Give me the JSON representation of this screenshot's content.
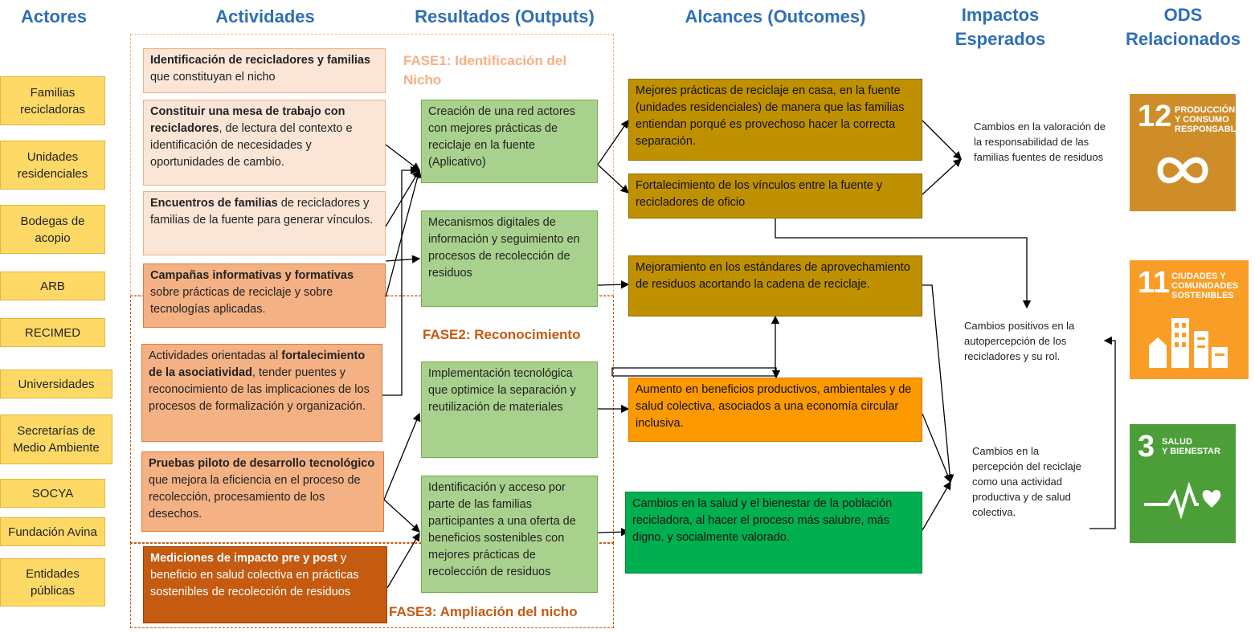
{
  "headers": {
    "actores": "Actores",
    "actividades": "Actividades",
    "resultados": "Resultados (Outputs)",
    "alcances": "Alcances (Outcomes)",
    "impactos": "Impactos Esperados",
    "ods": "ODS Relacionados"
  },
  "actors": [
    "Familias recicladoras",
    "Unidades residenciales",
    "Bodegas de acopio",
    "ARB",
    "RECIMED",
    "Universidades",
    "Secretarías de Medio Ambiente",
    "SOCYA",
    "Fundación Avina",
    "Entidades públicas"
  ],
  "activities": [
    {
      "bold": "Identificación de recicladores y familias",
      "rest": " que constituyan el nicho"
    },
    {
      "bold": "Constituir una mesa de trabajo con recicladores",
      "rest": ", de lectura del contexto e identificación de necesidades y oportunidades de cambio."
    },
    {
      "bold": "Encuentros de familias",
      "rest": " de recicladores y familias de la fuente para generar vínculos."
    },
    {
      "bold": "Campañas informativas y formativas",
      "rest": " sobre prácticas de reciclaje y sobre tecnologías aplicadas."
    },
    {
      "pre": "Actividades orientadas al ",
      "bold": "fortalecimiento de la asociatividad",
      "rest": ", tender puentes y reconocimiento de las implicaciones de los procesos de formalización y organización."
    },
    {
      "bold": "Pruebas piloto de desarrollo tecnológico",
      "rest": " que mejora la eficiencia en el proceso de recolección, procesamiento de los desechos."
    },
    {
      "bold": "Mediciones de impacto pre y post",
      "rest": " y beneficio en salud colectiva en prácticas sostenibles de recolección de residuos"
    }
  ],
  "phases": {
    "fase1": "FASE1: Identificación del Nicho",
    "fase2": "FASE2: Reconocimiento",
    "fase3": "FASE3: Ampliación del nicho"
  },
  "outputs": [
    "Creación de una red actores con  mejores prácticas de reciclaje en la fuente (Aplicativo)",
    "Mecanismos digitales de información y seguimiento en procesos de recolección de residuos",
    "Implementación tecnológica que optimice la separación y reutilización de materiales",
    "Identificación y acceso por parte de las familias participantes a una oferta de beneficios sostenibles con mejores prácticas de recolección de residuos"
  ],
  "outcomes": [
    "Mejores prácticas de reciclaje en casa, en la fuente (unidades residenciales) de manera que las familias entiendan porqué es provechoso hacer la correcta separación.",
    "Fortalecimiento de los vínculos entre la fuente y recicladores de oficio",
    "Mejoramiento en los estándares de aprovechamiento de residuos acortando la cadena de reciclaje.",
    "Aumento en beneficios productivos, ambientales y de salud colectiva, asociados a una economía circular inclusiva.",
    "Cambios en la salud y el bienestar de la población recicladora, al hacer el proceso más salubre, más digno, y socialmente valorado."
  ],
  "impacts": [
    "Cambios en la valoración de la responsabilidad de las familias fuentes de residuos",
    "Cambios positivos en la autopercepción de los recicladores y su rol.",
    "Cambios en la percepción del reciclaje como una actividad productiva y de salud colectiva."
  ],
  "sdgs": [
    {
      "number": "12",
      "line1": "PRODUCCIÓN",
      "line2": "Y CONSUMO",
      "line3": "RESPONSABLES",
      "color": "#cf8d2a"
    },
    {
      "number": "11",
      "line1": "CIUDADES Y",
      "line2": "COMUNIDADES",
      "line3": "SOSTENIBLES",
      "color": "#f99d26"
    },
    {
      "number": "3",
      "line1": "SALUD",
      "line2": "Y BIENESTAR",
      "line3": "",
      "color": "#4c9f38"
    }
  ],
  "colors": {
    "header": "#2f6fb5",
    "phase1": "#f4b183",
    "phase2": "#c55a11",
    "phase3": "#c55a11"
  }
}
